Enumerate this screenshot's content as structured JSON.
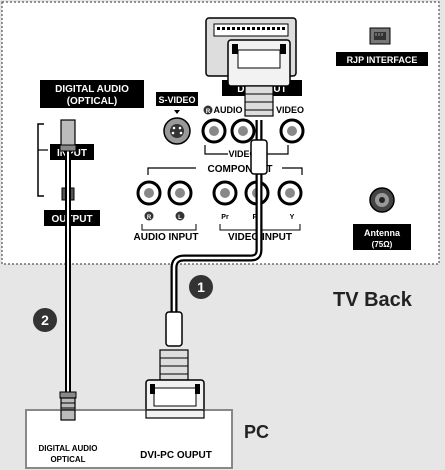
{
  "tv_panel": {
    "digital_audio_label": "DIGITAL AUDIO",
    "optical_label": "(OPTICAL)",
    "input_label": "INPUT",
    "output_label": "OUTPUT",
    "svideo_label": "S-VIDEO",
    "audio_label": "AUDIO",
    "video_label": "VIDEO",
    "video1_label": "VIDEO1",
    "component_label": "COMPONENT",
    "audio_input_label": "AUDIO INPUT",
    "video_input_label": "VIDEO INPUT",
    "r_badge": "R",
    "l_badge": "L",
    "pr_label": "Pr",
    "pb_label": "Pb",
    "y_label": "Y",
    "dvi_label": "DVI INPUT",
    "rjp_label": "RJP INTERFACE",
    "antenna_label": "Antenna",
    "antenna_ohm": "(75Ω)"
  },
  "callouts": {
    "step1": "1",
    "step2": "2",
    "tv_back": "TV Back"
  },
  "pc_panel": {
    "title": "PC",
    "digital_audio_label": "DIGITAL AUDIO",
    "optical_label": "OPTICAL",
    "dvi_output_label": "DVI-PC OUPUT"
  },
  "colors": {
    "panel_bg": "#ffffff",
    "page_bg": "#e6e6e6",
    "label_bg": "#000000",
    "badge_bg": "#333333"
  }
}
